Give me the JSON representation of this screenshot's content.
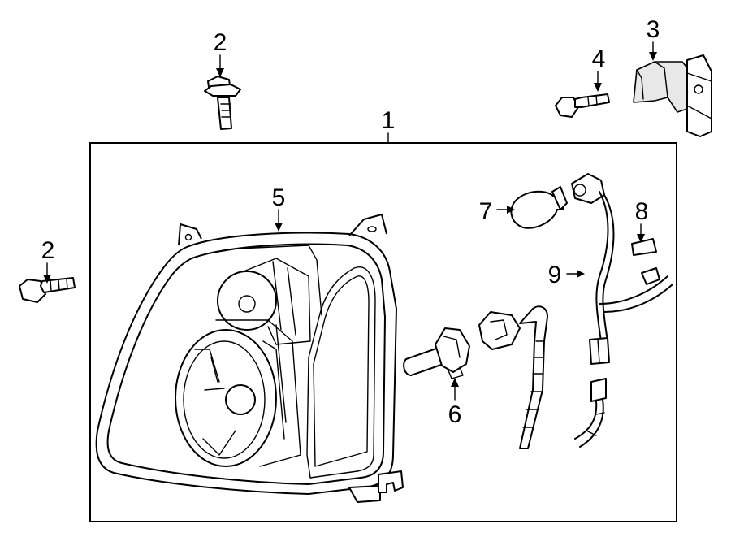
{
  "diagram": {
    "callouts": {
      "housing": "1",
      "bolt_top": "2",
      "bolt_left": "2",
      "bracket": "3",
      "screw": "4",
      "headlamp_lens": "5",
      "high_beam_bulb": "6",
      "park_bulb": "7",
      "retainer": "8",
      "wiring_harness": "9"
    }
  }
}
